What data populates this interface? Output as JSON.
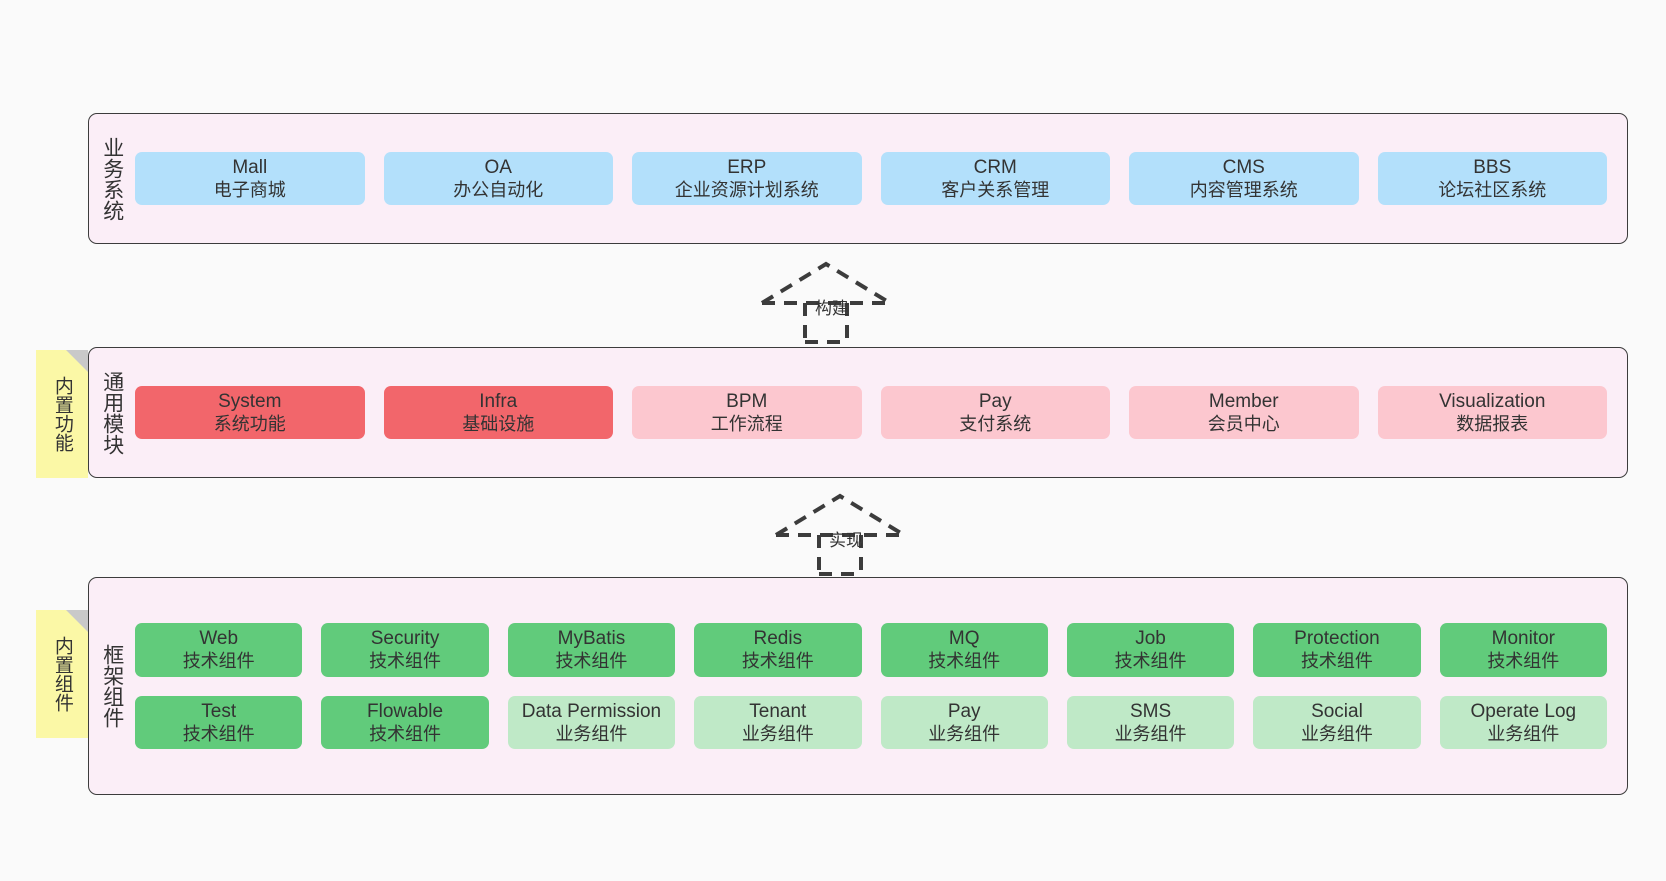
{
  "diagram": {
    "title_note": "ruoyi-vue-pro architecture layers",
    "background_color": "#fafafa",
    "panel_color": "#fbeef7",
    "sticky_color": "#fbf8a6"
  },
  "layers": [
    {
      "key": "business",
      "title": "业务系统",
      "rows": [
        {
          "cards": [
            {
              "en": "Mall",
              "cn": "电子商城",
              "style": "blue"
            },
            {
              "en": "OA",
              "cn": "办公自动化",
              "style": "blue"
            },
            {
              "en": "ERP",
              "cn": "企业资源计划系统",
              "style": "blue"
            },
            {
              "en": "CRM",
              "cn": "客户关系管理",
              "style": "blue"
            },
            {
              "en": "CMS",
              "cn": "内容管理系统",
              "style": "blue"
            },
            {
              "en": "BBS",
              "cn": "论坛社区系统",
              "style": "blue"
            }
          ]
        }
      ]
    },
    {
      "key": "common",
      "title": "通用模块",
      "sticky": "内置功能",
      "rows": [
        {
          "cards": [
            {
              "en": "System",
              "cn": "系统功能",
              "style": "red-strong"
            },
            {
              "en": "Infra",
              "cn": "基础设施",
              "style": "red-strong"
            },
            {
              "en": "BPM",
              "cn": "工作流程",
              "style": "red-light"
            },
            {
              "en": "Pay",
              "cn": "支付系统",
              "style": "red-light"
            },
            {
              "en": "Member",
              "cn": "会员中心",
              "style": "red-light"
            },
            {
              "en": "Visualization",
              "cn": "数据报表",
              "style": "red-light"
            }
          ]
        }
      ]
    },
    {
      "key": "framework",
      "title": "框架组件",
      "sticky": "内置组件",
      "rows": [
        {
          "cards": [
            {
              "en": "Web",
              "cn": "技术组件",
              "style": "green-strong"
            },
            {
              "en": "Security",
              "cn": "技术组件",
              "style": "green-strong"
            },
            {
              "en": "MyBatis",
              "cn": "技术组件",
              "style": "green-strong"
            },
            {
              "en": "Redis",
              "cn": "技术组件",
              "style": "green-strong"
            },
            {
              "en": "MQ",
              "cn": "技术组件",
              "style": "green-strong"
            },
            {
              "en": "Job",
              "cn": "技术组件",
              "style": "green-strong"
            },
            {
              "en": "Protection",
              "cn": "技术组件",
              "style": "green-strong"
            },
            {
              "en": "Monitor",
              "cn": "技术组件",
              "style": "green-strong"
            }
          ]
        },
        {
          "cards": [
            {
              "en": "Test",
              "cn": "技术组件",
              "style": "green-strong"
            },
            {
              "en": "Flowable",
              "cn": "技术组件",
              "style": "green-strong"
            },
            {
              "en": "Data Permission",
              "cn": "业务组件",
              "style": "green-light"
            },
            {
              "en": "Tenant",
              "cn": "业务组件",
              "style": "green-light"
            },
            {
              "en": "Pay",
              "cn": "业务组件",
              "style": "green-light"
            },
            {
              "en": "SMS",
              "cn": "业务组件",
              "style": "green-light"
            },
            {
              "en": "Social",
              "cn": "业务组件",
              "style": "green-light"
            },
            {
              "en": "Operate Log",
              "cn": "业务组件",
              "style": "green-light"
            }
          ]
        }
      ]
    }
  ],
  "connectors": [
    {
      "key": "build",
      "label": "构建",
      "from": "common",
      "to": "business"
    },
    {
      "key": "implement",
      "label": "实现",
      "from": "framework",
      "to": "common"
    }
  ]
}
